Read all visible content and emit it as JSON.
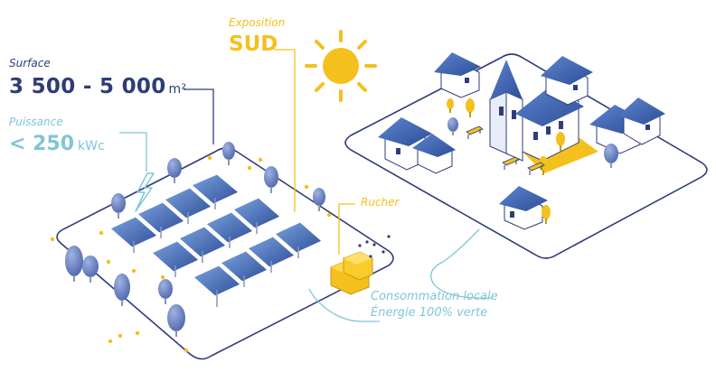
{
  "surface": {
    "label": "Surface",
    "value": "3 500 - 5 000",
    "unit": "m²"
  },
  "puissance": {
    "label": "Puissance",
    "value": "< 250",
    "unit": "kWc"
  },
  "exposition": {
    "label": "Exposition",
    "value": "SUD"
  },
  "rucher": {
    "label": "Rucher"
  },
  "consommation": {
    "line1": "Consommation locale",
    "line2": "Énergie 100% verte"
  },
  "colors": {
    "navy": "#2e3d78",
    "light_blue": "#7fc6d6",
    "yellow": "#f4c01d",
    "panel": "#4a6fb5",
    "roof": "#3a62ad",
    "tree": "#6e86c2"
  },
  "icons": [
    "sun-icon",
    "lightning-icon",
    "solar-panel-icon",
    "beehive-icon",
    "bee-icon",
    "tree-icon",
    "house-icon",
    "church-icon",
    "bench-icon",
    "flower-icon"
  ]
}
